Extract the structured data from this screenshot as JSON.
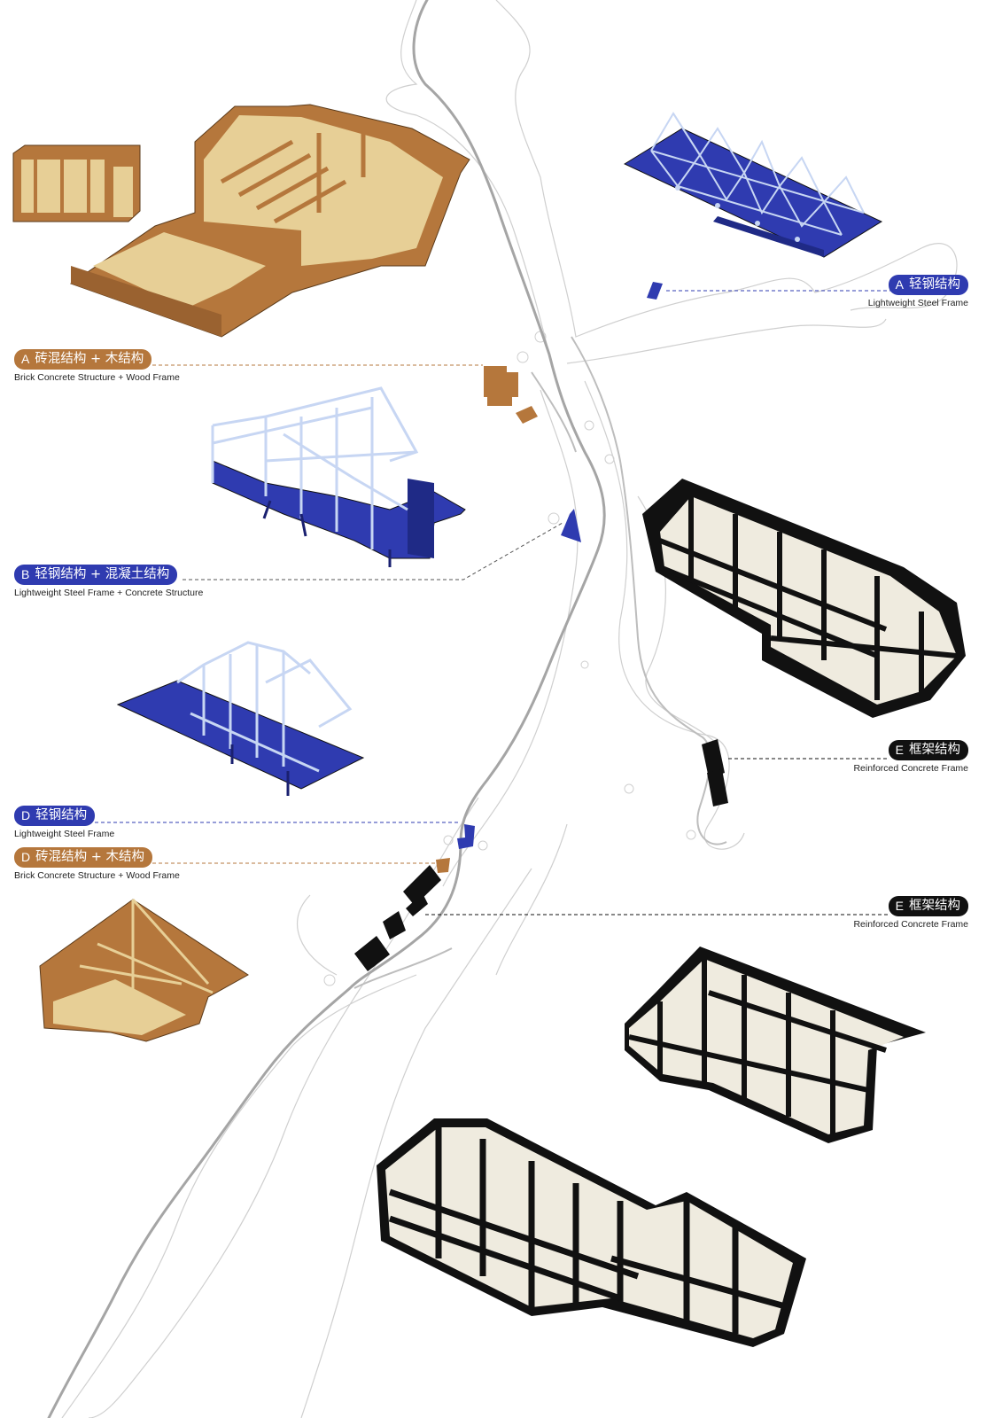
{
  "colors": {
    "brick": "#b5773c",
    "brick_light": "#e7cf96",
    "steel": "#2f3bb0",
    "steel_light": "#c7d6f3",
    "rc": "#111111",
    "rc_light": "#efebdf",
    "river": "#9a9a9a",
    "terrain": "#cfcfcf"
  },
  "labels": {
    "a_brick": {
      "code": "A",
      "zh": "砖混结构 + 木结构",
      "en": "Brick Concrete Structure + Wood Frame"
    },
    "a_steel": {
      "code": "A",
      "zh": "轻钢结构",
      "en": "Lightweight Steel Frame"
    },
    "b_steel_concrete": {
      "code": "B",
      "zh": "轻钢结构 + 混凝土结构",
      "en": "Lightweight Steel Frame + Concrete Structure"
    },
    "e_rc_1": {
      "code": "E",
      "zh": "框架结构",
      "en": "Reinforced Concrete Frame"
    },
    "d_steel": {
      "code": "D",
      "zh": "轻钢结构",
      "en": "Lightweight Steel Frame"
    },
    "d_brick": {
      "code": "D",
      "zh": "砖混结构 + 木结构",
      "en": "Brick Concrete Structure + Wood Frame"
    },
    "e_rc_2": {
      "code": "E",
      "zh": "框架结构",
      "en": "Reinforced Concrete Frame"
    }
  }
}
